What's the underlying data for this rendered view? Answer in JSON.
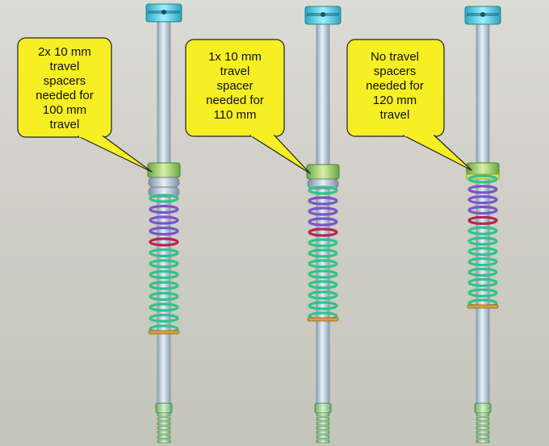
{
  "colors": {
    "background": "#d4d4cc",
    "callout_fill": "#f6ef24",
    "callout_border": "#222222",
    "shaft": "#c3d6e6",
    "piston_cap": "#4fc6dc",
    "spring": "#2fc487",
    "spring_inner": "#7a55c8",
    "spring_mid": "#b9264f",
    "collar": "#9ecf6a",
    "bumper": "#b9c6d8",
    "coil_end": "#d9a23a",
    "thread": "#9cd39a"
  },
  "forks": [
    {
      "label": "fork-left",
      "callout": "2x 10 mm\ntravel\nspacers\nneeded for\n100 mm\ntravel",
      "travel_spacers": 2,
      "travel_mm": 100
    },
    {
      "label": "fork-middle",
      "callout": "1x 10 mm\ntravel\nspacer\nneeded for\n110 mm",
      "travel_spacers": 1,
      "travel_mm": 110
    },
    {
      "label": "fork-right",
      "callout": "No travel\nspacers\nneeded for\n120 mm\ntravel",
      "travel_spacers": 0,
      "travel_mm": 120
    }
  ]
}
